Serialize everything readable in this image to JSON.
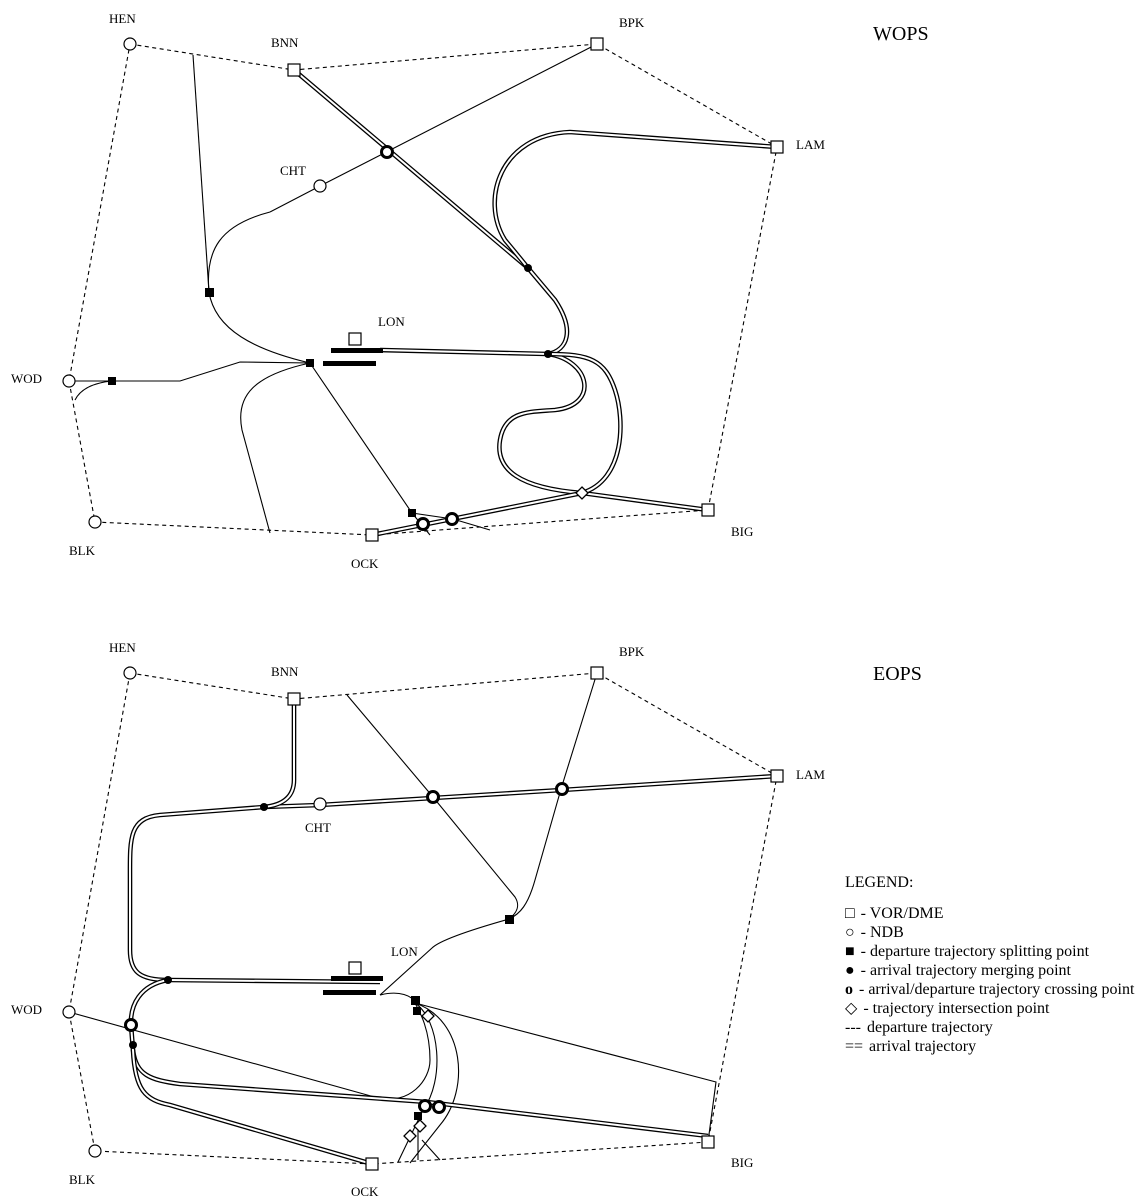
{
  "wops": {
    "title": "WOPS",
    "labels": {
      "hen": "HEN",
      "bnn": "BNN",
      "bpk": "BPK",
      "lam": "LAM",
      "cht": "CHT",
      "lon": "LON",
      "wod": "WOD",
      "blk": "BLK",
      "ock": "OCK",
      "big": "BIG"
    }
  },
  "eops": {
    "title": "EOPS",
    "labels": {
      "hen": "HEN",
      "bnn": "BNN",
      "bpk": "BPK",
      "lam": "LAM",
      "cht": "CHT",
      "lon": "LON",
      "wod": "WOD",
      "blk": "BLK",
      "ock": "OCK",
      "big": "BIG"
    }
  },
  "legend": {
    "title": "LEGEND:",
    "items": [
      {
        "symbol": "□",
        "text": "- VOR/DME"
      },
      {
        "symbol": "○",
        "text": "- NDB"
      },
      {
        "symbol": "■",
        "text": "- departure trajectory splitting point"
      },
      {
        "symbol": "●",
        "text": "- arrival trajectory merging point"
      },
      {
        "symbol": "o",
        "text": "- arrival/departure trajectory crossing point"
      },
      {
        "symbol": "◇",
        "text": "- trajectory intersection point"
      },
      {
        "symbol": "---",
        "text": "departure trajectory"
      },
      {
        "symbol": "==",
        "text": "arrival trajectory"
      }
    ]
  }
}
